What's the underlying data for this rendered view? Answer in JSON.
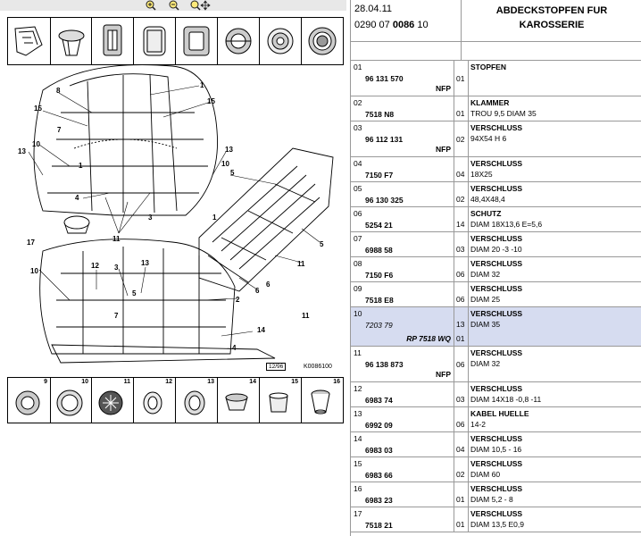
{
  "toolbar": {
    "buttons": [
      {
        "name": "zoom-in-icon"
      },
      {
        "name": "zoom-out-icon"
      },
      {
        "name": "zoom-move-icon"
      }
    ]
  },
  "strip_top": {
    "cells": [
      "",
      "",
      "",
      "",
      "",
      "",
      "",
      ""
    ]
  },
  "strip_bottom": {
    "numbers": [
      "9",
      "10",
      "11",
      "12",
      "13",
      "14",
      "15",
      "16"
    ]
  },
  "diagram": {
    "labels": [
      "8",
      "15",
      "7",
      "1",
      "15",
      "10",
      "13",
      "4",
      "11",
      "13",
      "10",
      "3",
      "1",
      "5",
      "5",
      "17",
      "11",
      "6",
      "10",
      "12",
      "3",
      "13",
      "2",
      "14",
      "4",
      "1",
      "5",
      "7",
      "11",
      "6"
    ],
    "ref_code": "K0086100",
    "ref_box": "12/96"
  },
  "header": {
    "date": "28.04.11",
    "code_prefix": "0290 07",
    "code_bold": "0086",
    "code_suffix": "10",
    "title_line1": "ABDECKSTOPFEN FUR",
    "title_line2": "KAROSSERIE"
  },
  "rows": [
    {
      "pos": "01",
      "part": "96 131 570",
      "flag": "NFP",
      "qty": "01",
      "name": "STOPFEN",
      "spec": ""
    },
    {
      "pos": "02",
      "part": "7518 N8",
      "flag": "",
      "qty": "01",
      "name": "KLAMMER",
      "spec": "TROU 9,5 DIAM 35"
    },
    {
      "pos": "03",
      "part": "96 112 131",
      "flag": "NFP",
      "qty": "02",
      "name": "VERSCHLUSS",
      "spec": "94X54 H 6"
    },
    {
      "pos": "04",
      "part": "7150 F7",
      "flag": "",
      "qty": "04",
      "name": "VERSCHLUSS",
      "spec": "18X25"
    },
    {
      "pos": "05",
      "part": "96 130 325",
      "flag": "",
      "qty": "02",
      "name": "VERSCHLUSS",
      "spec": "48,4X48,4"
    },
    {
      "pos": "06",
      "part": "5254 21",
      "flag": "",
      "qty": "14",
      "name": "SCHUTZ",
      "spec": "DIAM 18X13,6 E=5,6"
    },
    {
      "pos": "07",
      "part": "6988 58",
      "flag": "",
      "qty": "03",
      "name": "VERSCHLUSS",
      "spec": "DIAM 20 -3 -10"
    },
    {
      "pos": "08",
      "part": "7150 F6",
      "flag": "",
      "qty": "06",
      "name": "VERSCHLUSS",
      "spec": "DIAM 32"
    },
    {
      "pos": "09",
      "part": "7518 E8",
      "flag": "",
      "qty": "06",
      "name": "VERSCHLUSS",
      "spec": "DIAM 25"
    },
    {
      "pos": "10",
      "part": "7203 79",
      "flag": "RP 7518 WQ",
      "qty": "13",
      "qty2": "01",
      "name": "VERSCHLUSS",
      "spec": "DIAM 35",
      "selected": true
    },
    {
      "pos": "11",
      "part": "96 138 873",
      "flag": "NFP",
      "qty": "06",
      "name": "VERSCHLUSS",
      "spec": "DIAM 32"
    },
    {
      "pos": "12",
      "part": "6983 74",
      "flag": "",
      "qty": "03",
      "name": "VERSCHLUSS",
      "spec": "DIAM 14X18 -0,8 -11"
    },
    {
      "pos": "13",
      "part": "6992 09",
      "flag": "",
      "qty": "06",
      "name": "KABEL HUELLE",
      "spec": "14-2"
    },
    {
      "pos": "14",
      "part": "6983 03",
      "flag": "",
      "qty": "04",
      "name": "VERSCHLUSS",
      "spec": "DIAM 10,5 - 16"
    },
    {
      "pos": "15",
      "part": "6983 66",
      "flag": "",
      "qty": "02",
      "name": "VERSCHLUSS",
      "spec": "DIAM 60"
    },
    {
      "pos": "16",
      "part": "6983 23",
      "flag": "",
      "qty": "01",
      "name": "VERSCHLUSS",
      "spec": "DIAM 5,2 - 8"
    },
    {
      "pos": "17",
      "part": "7518 21",
      "flag": "",
      "qty": "01",
      "name": "VERSCHLUSS",
      "spec": "DIAM 13,5 E0,9"
    }
  ]
}
